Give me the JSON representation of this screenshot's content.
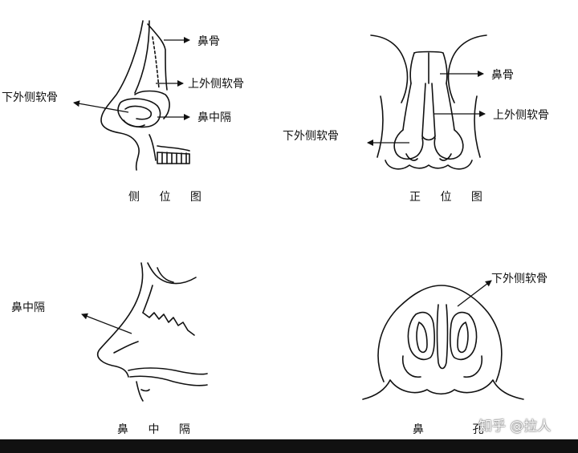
{
  "panels": {
    "side_view": {
      "caption": "侧 位 图",
      "labels": {
        "nasal_bone": "鼻骨",
        "upper_lateral_cartilage": "上外侧软骨",
        "lower_lateral_cartilage": "下外侧软骨",
        "septum": "鼻中隔"
      }
    },
    "front_view": {
      "caption": "正 位 图",
      "labels": {
        "nasal_bone": "鼻骨",
        "upper_lateral_cartilage": "上外侧软骨",
        "lower_lateral_cartilage": "下外侧软骨"
      }
    },
    "septum_view": {
      "caption": "鼻 中 隔",
      "labels": {
        "septum": "鼻中隔"
      }
    },
    "nostril_view": {
      "caption": "鼻 孔",
      "labels": {
        "lower_lateral_cartilage": "下外侧软骨"
      }
    }
  },
  "watermark": "知乎 @拉人",
  "colors": {
    "line": "#111111",
    "background": "#ffffff",
    "bottom_bar": "#111111"
  }
}
